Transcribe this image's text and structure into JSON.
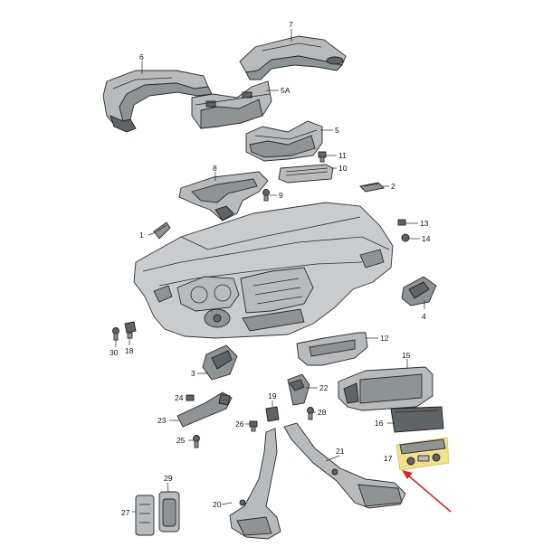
{
  "labels": {
    "p1": "1",
    "p2": "2",
    "p3": "3",
    "p4": "4",
    "p5": "5",
    "p5a": "5A",
    "p6": "6",
    "p7": "7",
    "p8": "8",
    "p9": "9",
    "p10": "10",
    "p11": "11",
    "p12": "12",
    "p13": "13",
    "p14": "14",
    "p15": "15",
    "p16": "16",
    "p17": "17",
    "p18": "18",
    "p19": "19",
    "p20": "20",
    "p21": "21",
    "p22": "22",
    "p23": "23",
    "p24": "24",
    "p25": "25",
    "p26": "26",
    "p27": "27",
    "p28": "28",
    "p29": "29",
    "p30": "30"
  },
  "colors": {
    "part_fill": "#8e9396",
    "highlight": "#f3e08a",
    "arrow": "#d9262b"
  }
}
